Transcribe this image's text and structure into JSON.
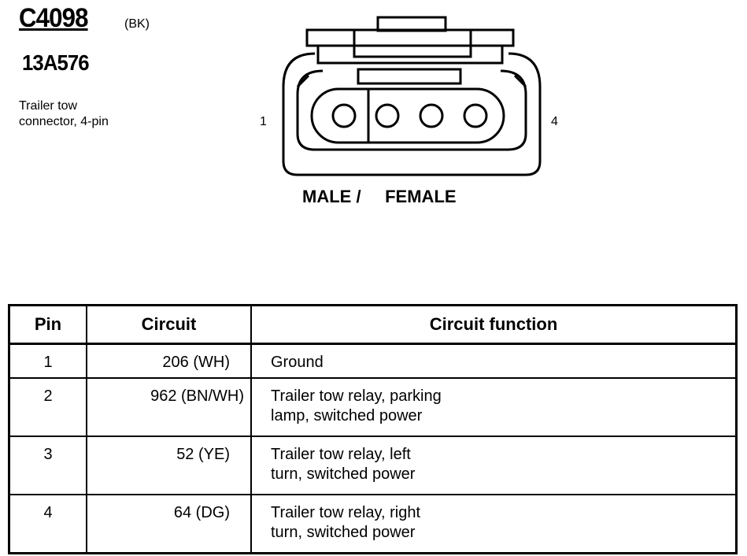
{
  "connector": {
    "id": "C4098",
    "color": "(BK)",
    "part_number": "13A576",
    "description_lines": [
      "Trailer tow",
      "connector, 4-pin"
    ],
    "pin_first": "1",
    "pin_last": "4",
    "face_label": "MALE /     FEMALE"
  },
  "table": {
    "headers": {
      "pin": "Pin",
      "circuit": "Circuit",
      "function": "Circuit function"
    },
    "rows": [
      {
        "pin": "1",
        "circuit": "206 (WH)",
        "function": [
          "Ground"
        ]
      },
      {
        "pin": "2",
        "circuit": "962 (BN/WH)",
        "function": [
          "Trailer tow relay, parking",
          "lamp, switched power"
        ]
      },
      {
        "pin": "3",
        "circuit": "52 (YE)",
        "function": [
          "Trailer tow relay, left",
          "turn, switched power"
        ]
      },
      {
        "pin": "4",
        "circuit": "64 (DG)",
        "function": [
          "Trailer tow relay, right",
          "turn, switched power"
        ]
      }
    ]
  }
}
